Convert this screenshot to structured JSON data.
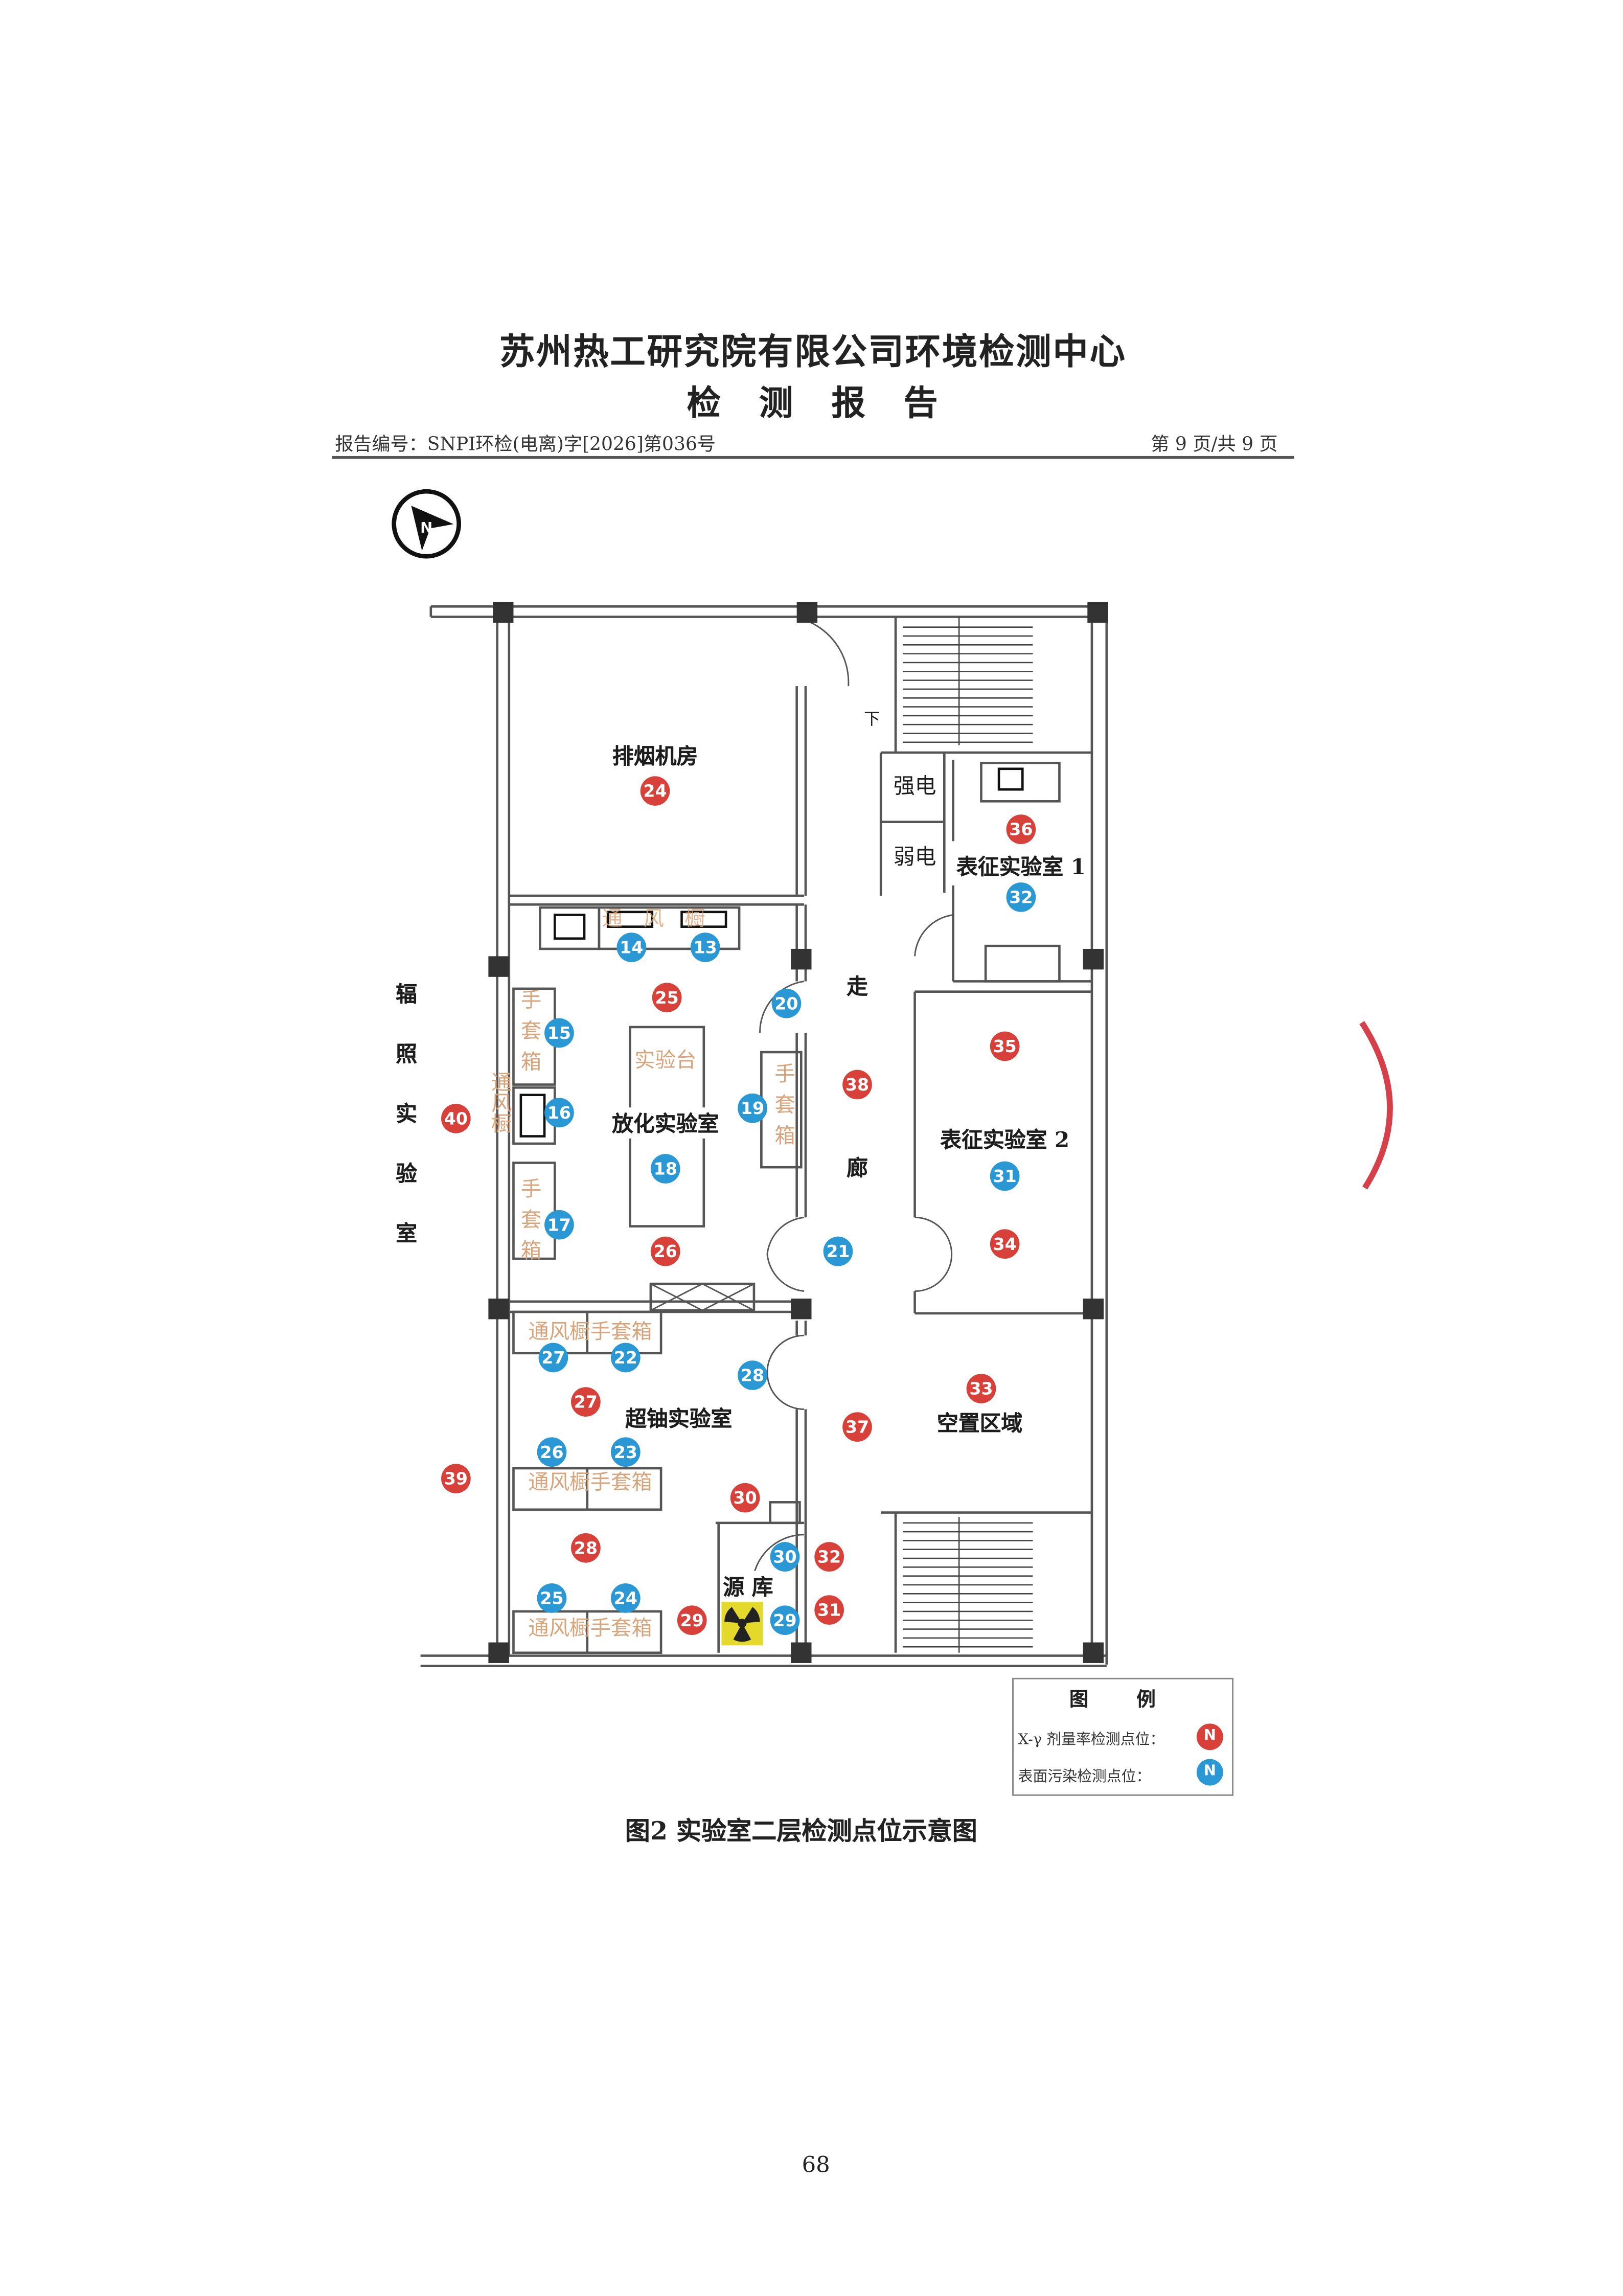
{
  "header": {
    "organization": "苏州热工研究院有限公司环境检测中心",
    "doc_title": "检 测 报 告",
    "report_number": "报告编号：SNPI环检(电离)字[2026]第036号",
    "page_info": "第 9 页/共 9 页"
  },
  "north_arrow": {
    "label": "N"
  },
  "floor_plan": {
    "rooms": {
      "exhaust_room": "排烟机房",
      "radiochem_lab": "放化实验室",
      "transuranic_lab": "超铀实验室",
      "corridor_1": "走",
      "corridor_2": "廊",
      "char_lab_1": "表征实验室 1",
      "char_lab_2": "表征实验室 2",
      "vacant_area": "空置区域",
      "source_store": "源 库",
      "strong_power": "强电",
      "weak_power": "弱电",
      "stairs_down": "下",
      "irradiation_lab": "辐照实验室"
    },
    "equipment": {
      "bench": "实验台",
      "glovebox": "手套箱",
      "fume_hood": "通风橱",
      "hood_glovebox": "通风橱手套箱"
    },
    "dose_rate_points": [
      "24",
      "36",
      "35",
      "38",
      "25",
      "26",
      "34",
      "33",
      "27",
      "37",
      "30",
      "28",
      "32",
      "31",
      "29",
      "40",
      "39"
    ],
    "surface_points": [
      "14",
      "13",
      "20",
      "15",
      "16",
      "19",
      "32",
      "18",
      "31",
      "17",
      "21",
      "27",
      "22",
      "28",
      "26",
      "23",
      "30",
      "25",
      "24",
      "29"
    ]
  },
  "legend": {
    "title": "图 例",
    "dose_rate_label": "X-γ 剂量率检测点位：",
    "surface_label": "表面污染检测点位：",
    "marker_symbol": "N"
  },
  "colors": {
    "dose_rate": "#d8403a",
    "surface": "#2a98d4",
    "stamp": "#d6404a"
  },
  "caption": "图2  实验室二层检测点位示意图",
  "page_number": "68"
}
